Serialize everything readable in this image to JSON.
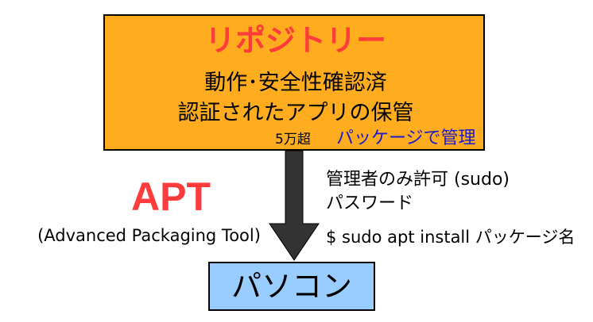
{
  "repository": {
    "title": "リポジトリー",
    "line1": "動作･安全性確認済",
    "line2": "認証されたアプリの保管",
    "count": "5万超",
    "managed": "パッケージで管理"
  },
  "apt": {
    "label": "APT",
    "full_name": "(Advanced Packaging Tool)"
  },
  "info": {
    "admin_only": "管理者のみ許可 (sudo)",
    "password": "パスワード",
    "command": "$ sudo apt install パッケージ名"
  },
  "pc": {
    "label": "パソコン"
  },
  "colors": {
    "repo_fill": "#ffad1f",
    "pc_fill": "#99ccff",
    "accent_red": "#ff3b3b",
    "accent_blue": "#1a1acc",
    "arrow": "#333333"
  }
}
